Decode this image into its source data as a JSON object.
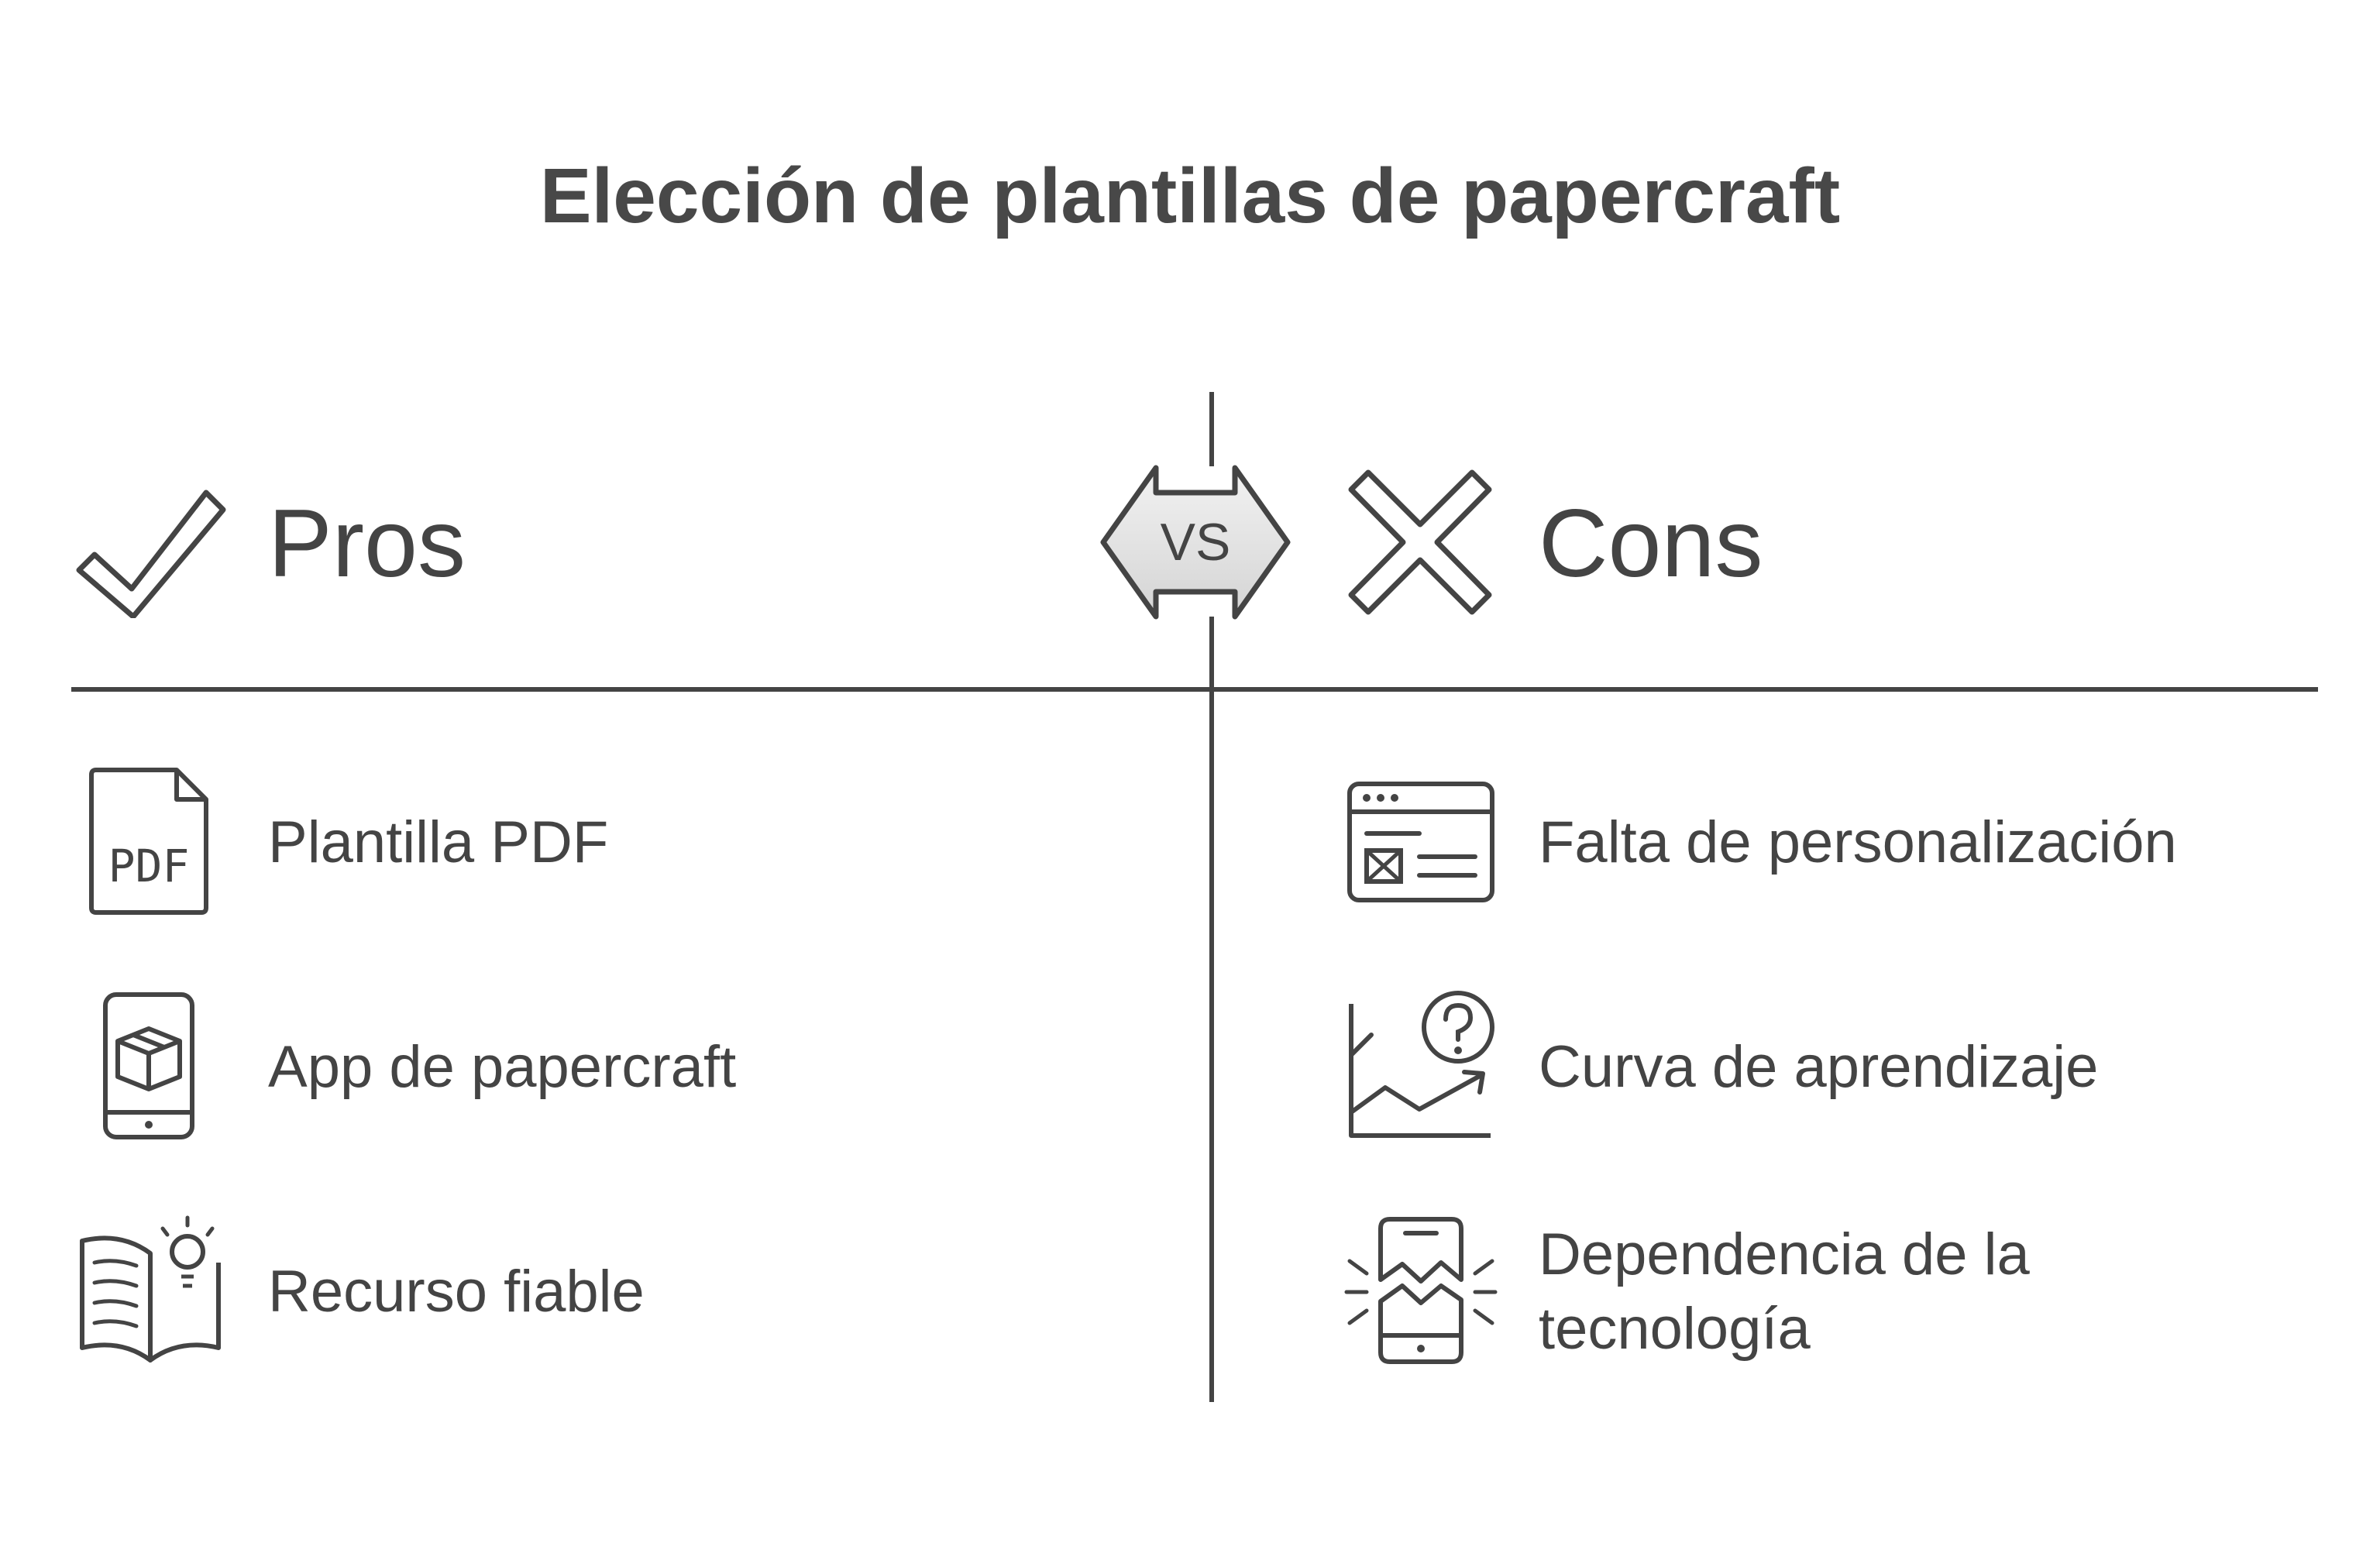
{
  "title": "Elección de plantillas de papercraft",
  "vs": "VS",
  "pros": {
    "heading": "Pros",
    "items": [
      {
        "label": "Plantilla PDF",
        "icon": "pdf-file-icon"
      },
      {
        "label": "App de papercraft",
        "icon": "phone-box-icon"
      },
      {
        "label": "Recurso fiable",
        "icon": "book-lightbulb-icon"
      }
    ]
  },
  "cons": {
    "heading": "Cons",
    "items": [
      {
        "label": "Falta de personalización",
        "icon": "browser-window-icon"
      },
      {
        "label": "Curva de aprendizaje",
        "icon": "chart-question-icon"
      },
      {
        "label": "Dependencia de la tecnología",
        "icon": "broken-phone-icon"
      }
    ]
  },
  "colors": {
    "stroke": "#444444",
    "badge_fill": "#e2e2e2"
  }
}
